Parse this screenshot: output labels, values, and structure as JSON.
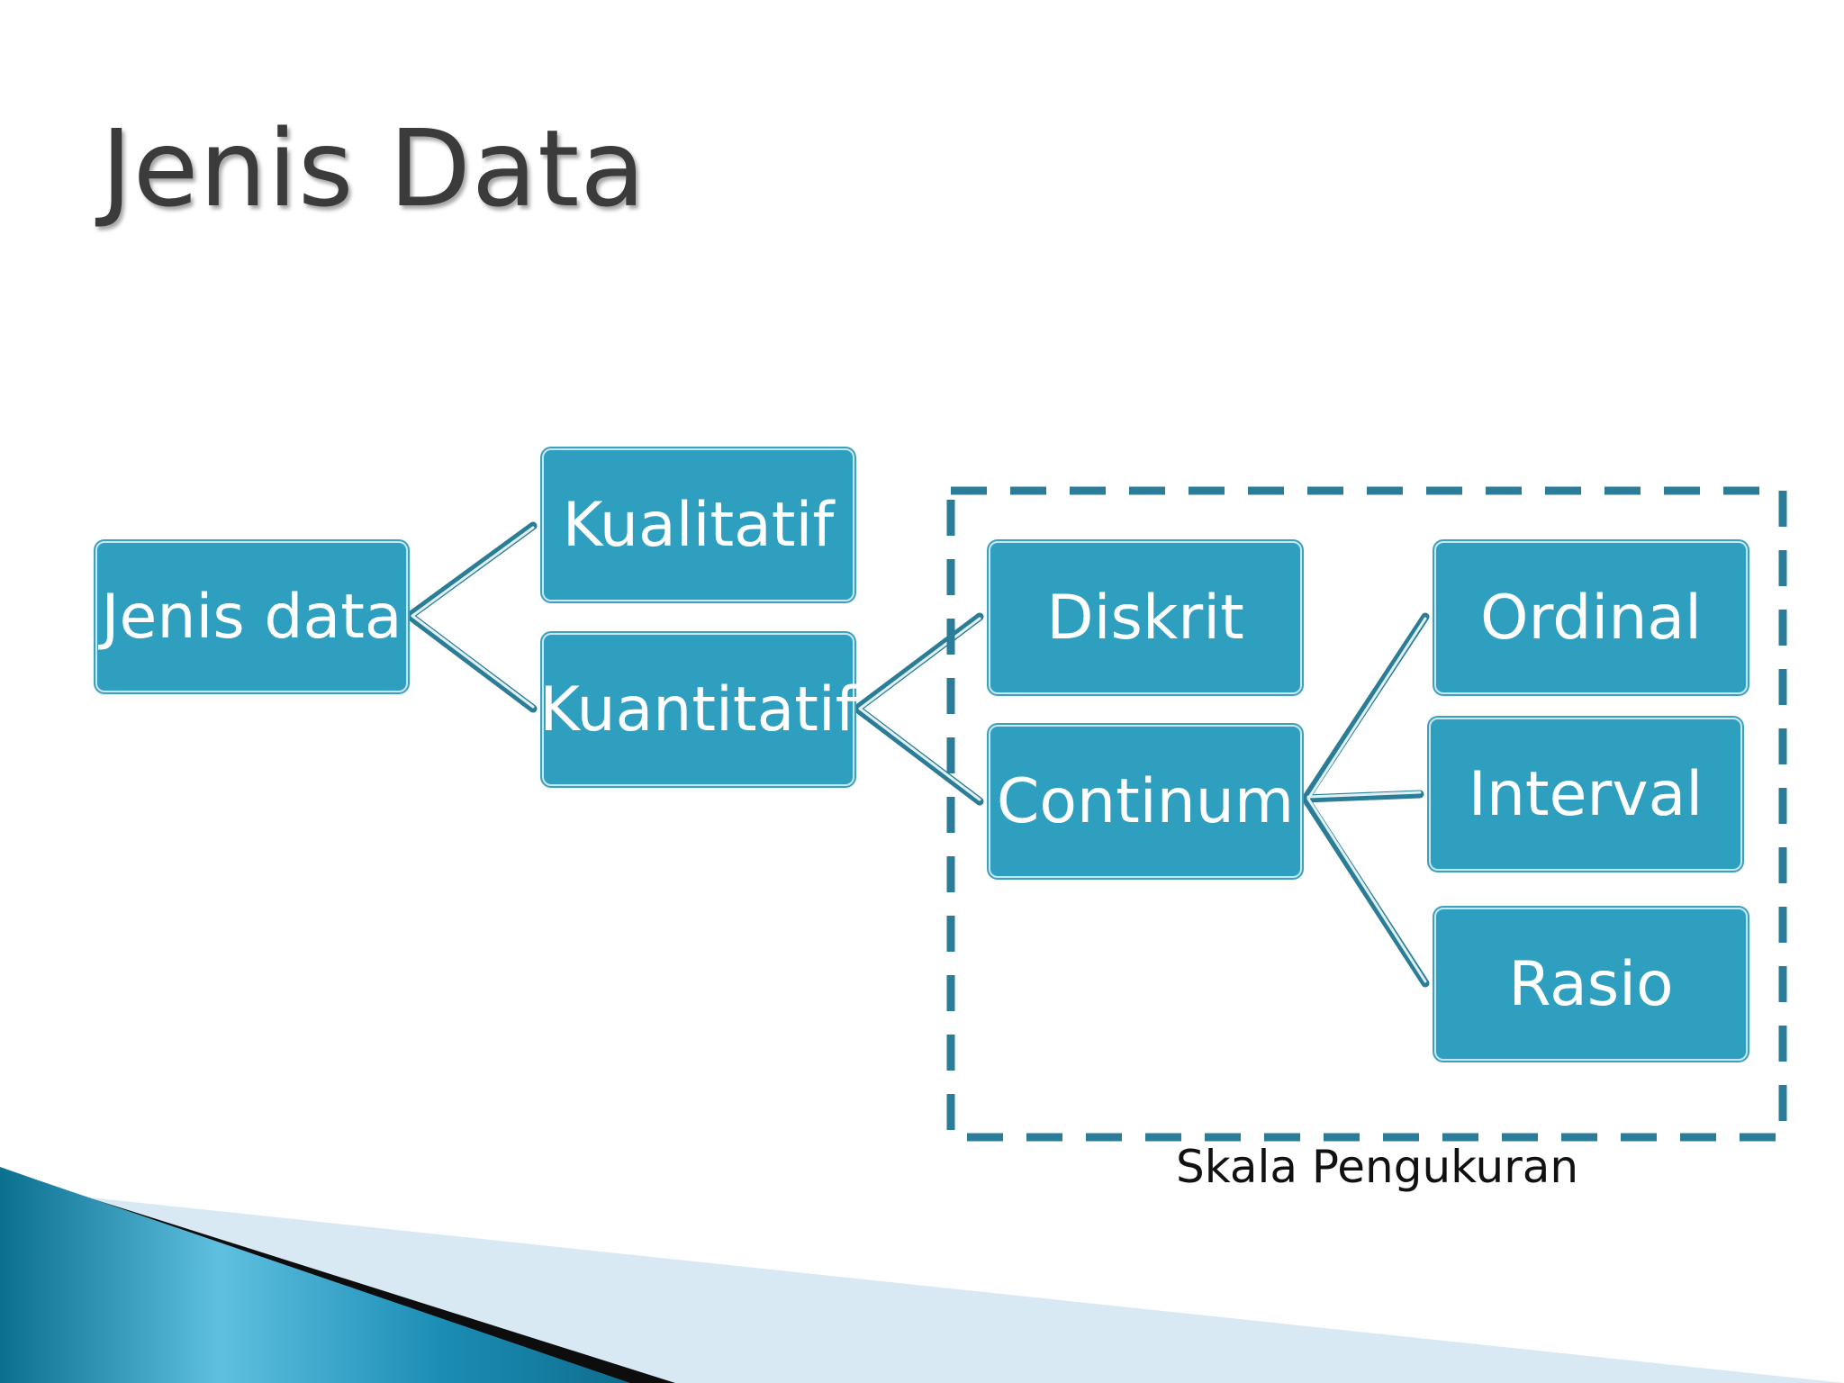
{
  "slide": {
    "title": "Jenis Data"
  },
  "diagram": {
    "nodes": {
      "jenis_data": "Jenis data",
      "kualitatif": "Kualitatif",
      "kuantitatif": "Kuantitatif",
      "diskrit": "Diskrit",
      "continum": "Continum",
      "ordinal": "Ordinal",
      "interval": "Interval",
      "rasio": "Rasio"
    },
    "group_label": "Skala Pengukuran"
  },
  "colors": {
    "node_fill": "#2f9fc0",
    "connector": "#2b7c97",
    "dashed_border": "#2a7c98",
    "title_text": "#3b3b3b"
  }
}
